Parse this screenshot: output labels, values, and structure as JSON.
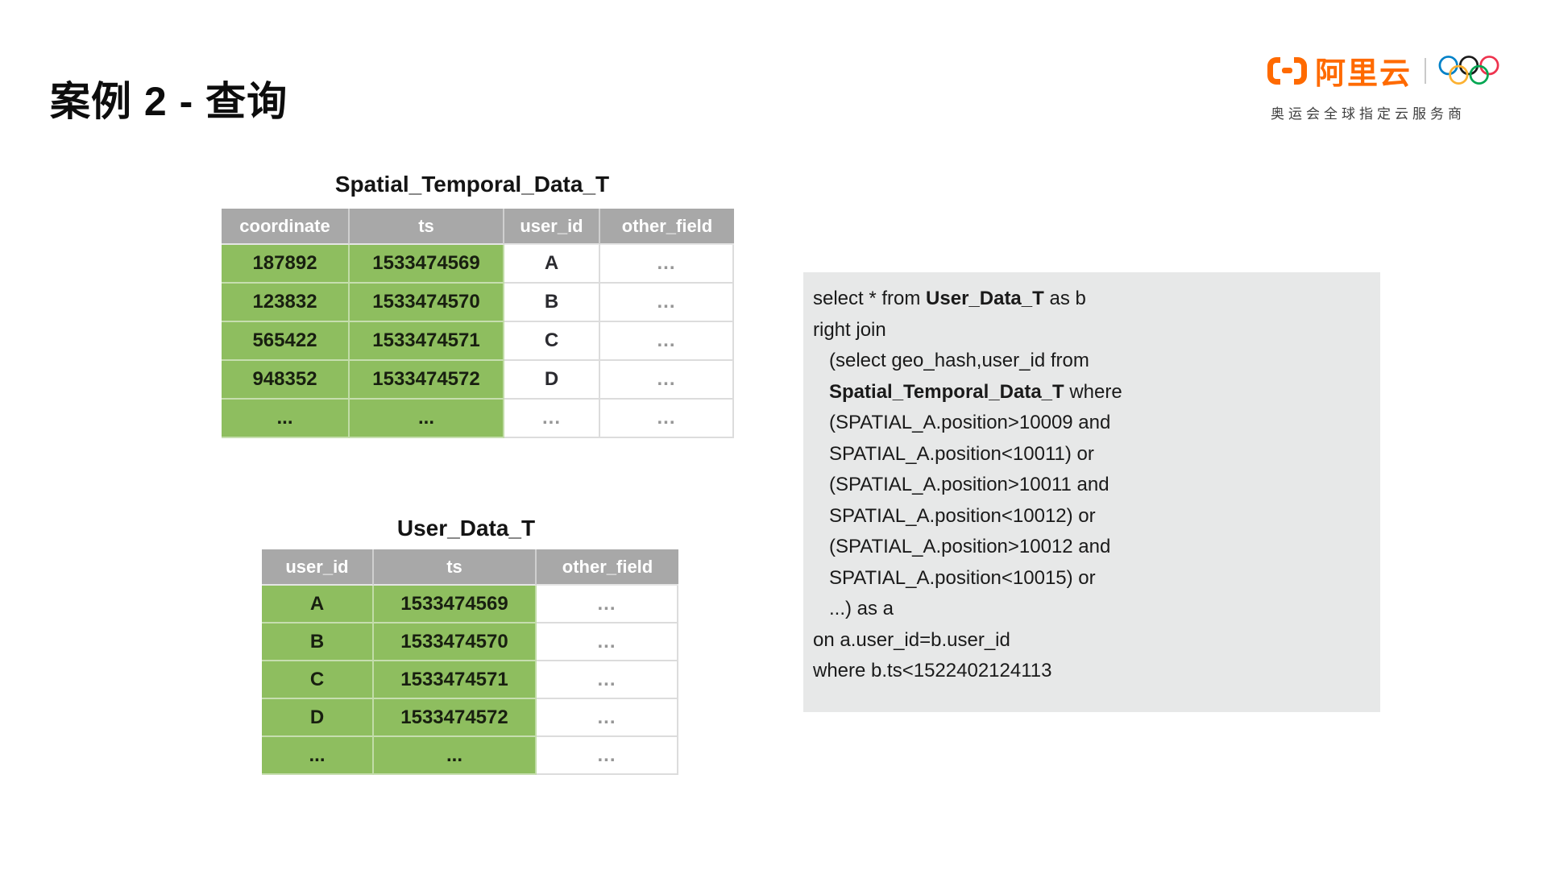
{
  "slide": {
    "title": "案例 2 - 查询"
  },
  "logo": {
    "brand": "阿里云",
    "tagline": "奥运会全球指定云服务商"
  },
  "tables": [
    {
      "title": "Spatial_Temporal_Data_T",
      "headers": [
        "coordinate",
        "ts",
        "user_id",
        "other_field"
      ],
      "highlight_columns": [
        0,
        1
      ],
      "rows": [
        [
          "187892",
          "1533474569",
          "A",
          "..."
        ],
        [
          "123832",
          "1533474570",
          "B",
          "..."
        ],
        [
          "565422",
          "1533474571",
          "C",
          "..."
        ],
        [
          "948352",
          "1533474572",
          "D",
          "..."
        ],
        [
          "...",
          "...",
          "...",
          "..."
        ]
      ]
    },
    {
      "title": "User_Data_T",
      "headers": [
        "user_id",
        "ts",
        "other_field"
      ],
      "highlight_columns": [
        0,
        1
      ],
      "rows": [
        [
          "A",
          "1533474569",
          "..."
        ],
        [
          "B",
          "1533474570",
          "..."
        ],
        [
          "C",
          "1533474571",
          "..."
        ],
        [
          "D",
          "1533474572",
          "..."
        ],
        [
          "...",
          "...",
          "..."
        ]
      ]
    }
  ],
  "code_block": {
    "lines": [
      [
        {
          "t": "select * from ",
          "b": false
        },
        {
          "t": "User_Data_T",
          "b": true
        },
        {
          "t": " as b",
          "b": false
        }
      ],
      [
        {
          "t": "right join",
          "b": false
        }
      ],
      [
        {
          "t": "   (select geo_hash,user_id from",
          "b": false
        }
      ],
      [
        {
          "t": "   ",
          "b": false
        },
        {
          "t": "Spatial_Temporal_Data_T",
          "b": true
        },
        {
          "t": " where",
          "b": false
        }
      ],
      [
        {
          "t": "   (SPATIAL_A.position>10009 and",
          "b": false
        }
      ],
      [
        {
          "t": "   SPATIAL_A.position<10011) or",
          "b": false
        }
      ],
      [
        {
          "t": "   (SPATIAL_A.position>10011 and",
          "b": false
        }
      ],
      [
        {
          "t": "   SPATIAL_A.position<10012) or",
          "b": false
        }
      ],
      [
        {
          "t": "   (SPATIAL_A.position>10012 and",
          "b": false
        }
      ],
      [
        {
          "t": "   SPATIAL_A.position<10015) or",
          "b": false
        }
      ],
      [
        {
          "t": "   ...) as a",
          "b": false
        }
      ],
      [
        {
          "t": "on a.user_id=b.user_id",
          "b": false
        }
      ],
      [
        {
          "t": "where b.ts<1522402124113",
          "b": false
        }
      ]
    ]
  },
  "colors": {
    "accent_orange": "#FF6A00",
    "table_header_gray": "#A8A8A8",
    "highlight_green": "#8EBE5F",
    "code_background": "#E7E8E8",
    "text_dark": "#1A1A1A",
    "muted_gray": "#969696",
    "olympic_blue": "#0081C8",
    "olympic_black": "#1A1A1A",
    "olympic_red": "#EE334E",
    "olympic_yellow": "#FCB131",
    "olympic_green": "#00A651"
  }
}
